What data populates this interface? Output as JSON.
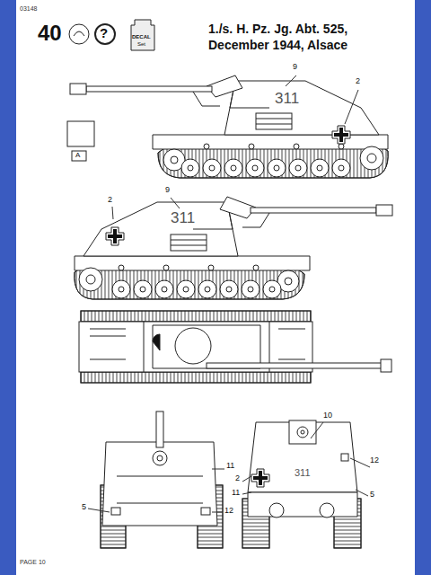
{
  "diagram": {
    "title": "1./s. H. Pz. Jg. Abt. 525, December 1944, Alsace",
    "labels": [
      "03148",
      "40",
      "?",
      "DECAL",
      "Set",
      "A",
      "9",
      "2",
      "311",
      "9",
      "2",
      "311",
      "10",
      "11",
      "12",
      "2",
      "311",
      "11",
      "5",
      "5",
      "12",
      "PAGE 10"
    ]
  }
}
